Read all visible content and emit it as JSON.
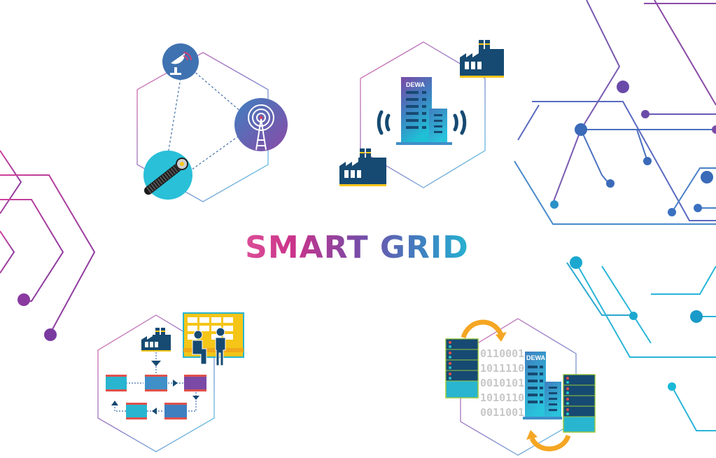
{
  "title": "SMART GRID",
  "buildings": {
    "top_label": "DEWA",
    "bottom_label": "DEWA"
  },
  "binary_rows": [
    "0110001",
    "1011110",
    "0010101",
    "1010110",
    "0011001"
  ],
  "colors": {
    "pink": "#e0559a",
    "purple": "#7a4aa6",
    "blue": "#3f7fc0",
    "cyan": "#1fc0d6",
    "navy": "#164a72",
    "yellow": "#f5c518",
    "orange": "#f5a623"
  }
}
